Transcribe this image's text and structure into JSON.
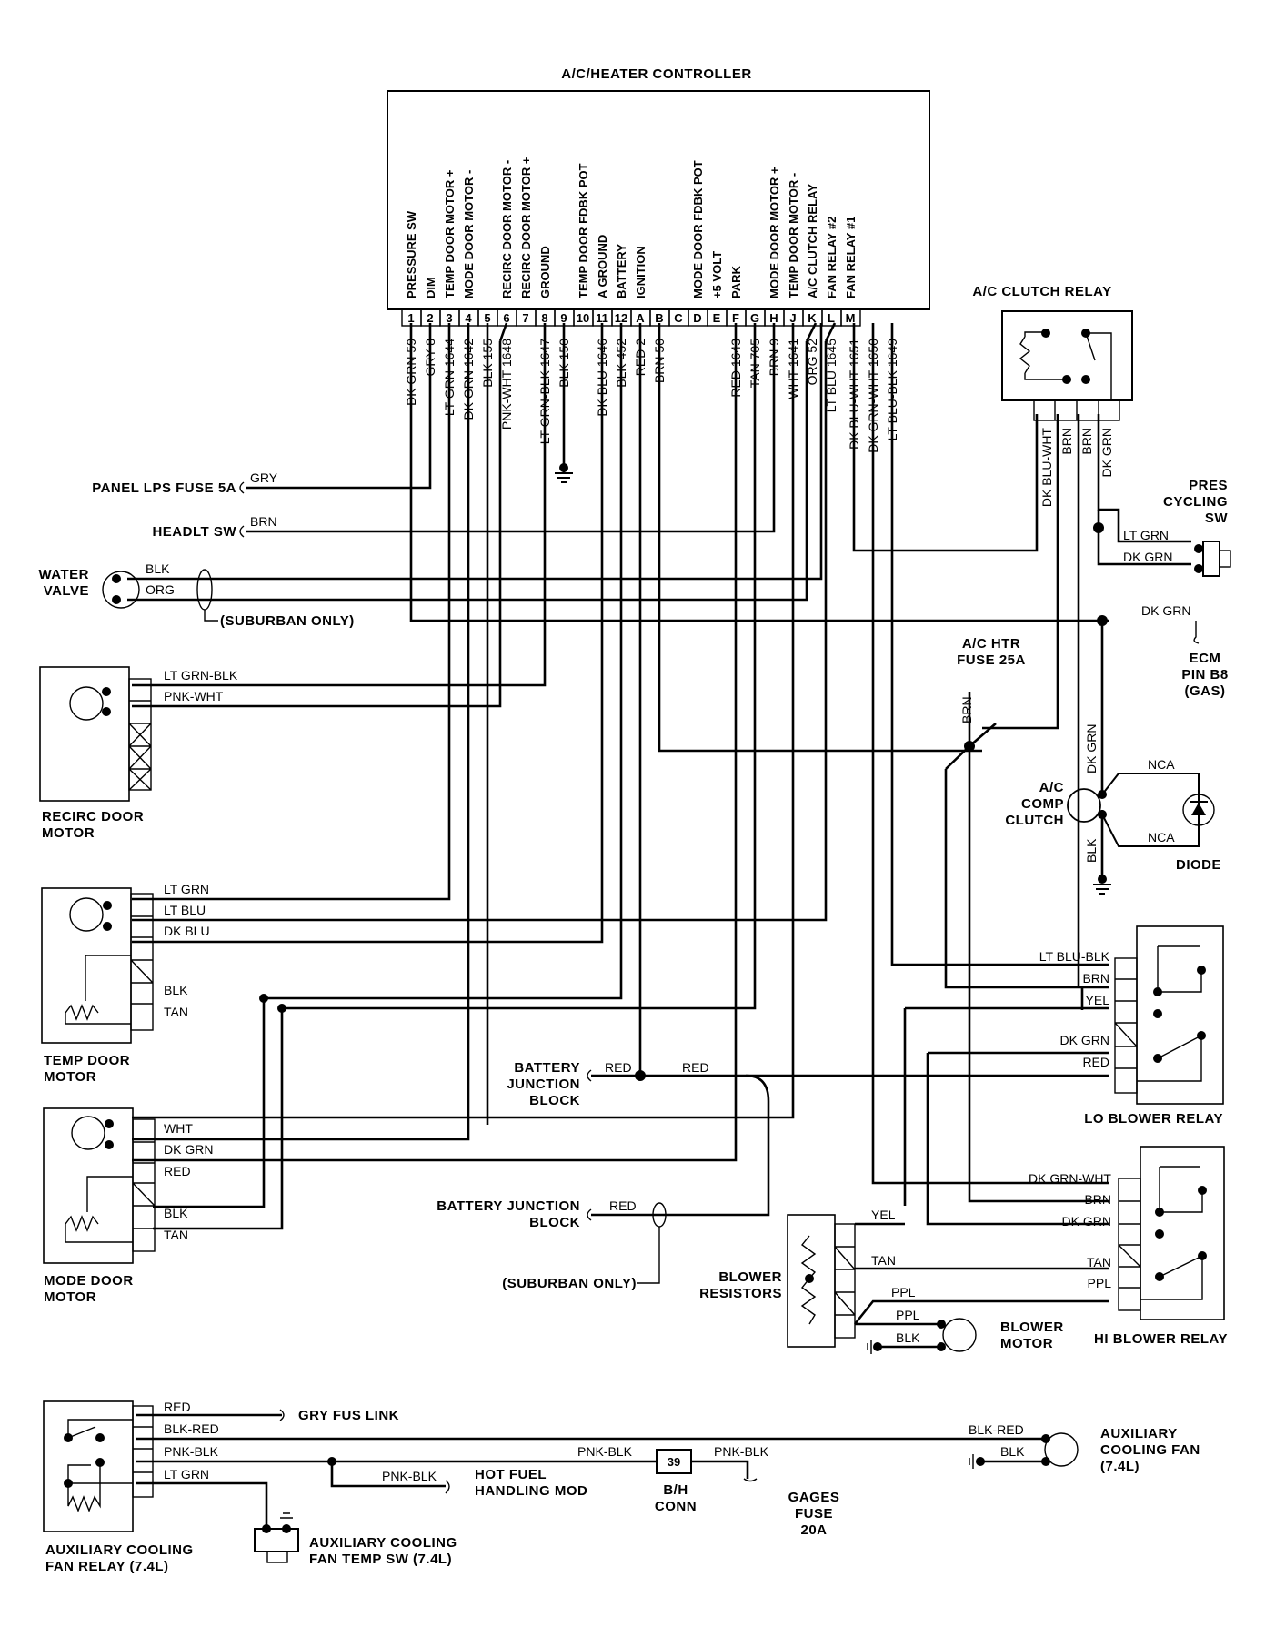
{
  "title": "A/C/HEATER CONTROLLER",
  "controller": {
    "functions": [
      "PRESSURE SW",
      "DIM",
      "TEMP DOOR MOTOR +",
      "MODE DOOR MOTOR -",
      "",
      "RECIRC DOOR MOTOR -",
      "RECIRC DOOR MOTOR +",
      "GROUND",
      "",
      "TEMP DOOR FDBK POT",
      "A GROUND",
      "BATTERY",
      "IGNITION",
      "",
      "",
      "MODE DOOR FDBK POT",
      "+5 VOLT",
      "PARK",
      "",
      "MODE DOOR MOTOR +",
      "TEMP DOOR MOTOR -",
      "A/C CLUTCH RELAY",
      "FAN RELAY #2",
      "FAN RELAY #1"
    ],
    "pins": [
      "1",
      "2",
      "3",
      "4",
      "5",
      "6",
      "7",
      "8",
      "9",
      "10",
      "11",
      "12",
      "A",
      "B",
      "C",
      "D",
      "E",
      "F",
      "G",
      "H",
      "J",
      "K",
      "L",
      "M"
    ],
    "wires": [
      "DK GRN 59",
      "GRY 8",
      "LT GRN 1644",
      "DK GRN 1642",
      "BLK 155",
      "PNK-WHT 1648",
      "LT GRN-BLK 1647",
      "BLK 150",
      "DK BLU 1646",
      "BLK 452",
      "RED 2",
      "BRN 50",
      "RED 1643",
      "TAN 705",
      "BRN 9",
      "WHT 1641",
      "ORG 52",
      "LT BLU 1645",
      "DK BLU-WHT 1651",
      "DK GRN-WHT 1650",
      "LT BLU-BLK 1649"
    ]
  },
  "components": {
    "ac_clutch_relay": "A/C CLUTCH RELAY",
    "ac_clutch_relay_wires": [
      "DK BLU-WHT",
      "BRN",
      "BRN",
      "DK GRN"
    ],
    "pres_cycling_sw": [
      "PRES",
      "CYCLING",
      "SW"
    ],
    "pres_cycling_wires": [
      "LT GRN",
      "DK GRN"
    ],
    "ecm_wire": "DK GRN",
    "ecm": [
      "ECM",
      "PIN B8",
      "(GAS)"
    ],
    "panel_lps": "PANEL LPS FUSE 5A",
    "panel_lps_wire": "GRY",
    "headlt": "HEADLT SW",
    "headlt_wire": "BRN",
    "water_valve": [
      "WATER",
      "VALVE"
    ],
    "water_valve_wires": [
      "BLK",
      "ORG"
    ],
    "suburban_only": "(SUBURBAN ONLY)",
    "ac_htr_fuse": [
      "A/C HTR",
      "FUSE 25A"
    ],
    "ac_htr_fuse_wire": "BRN",
    "ac_comp_clutch": [
      "A/C",
      "COMP",
      "CLUTCH"
    ],
    "comp_clutch_wires": [
      "DK GRN",
      "BLK"
    ],
    "nca": "NCA",
    "diode": "DIODE",
    "recirc_motor": [
      "RECIRC DOOR",
      "MOTOR"
    ],
    "recirc_wires": [
      "LT GRN-BLK",
      "PNK-WHT"
    ],
    "temp_motor": [
      "TEMP DOOR",
      "MOTOR"
    ],
    "temp_wires": [
      "LT GRN",
      "LT BLU",
      "DK BLU",
      "BLK",
      "TAN"
    ],
    "mode_motor": [
      "MODE DOOR",
      "MOTOR"
    ],
    "mode_wires": [
      "WHT",
      "DK GRN",
      "RED",
      "BLK",
      "TAN"
    ],
    "battery_jb1": [
      "BATTERY",
      "JUNCTION",
      "BLOCK"
    ],
    "battery_jb1_wires": [
      "RED",
      "RED"
    ],
    "battery_jb2": [
      "BATTERY JUNCTION",
      "BLOCK"
    ],
    "battery_jb2_wire": "RED",
    "lo_blower": "LO BLOWER RELAY",
    "lo_blower_wires": [
      "LT BLU-BLK",
      "BRN",
      "YEL",
      "DK GRN",
      "RED"
    ],
    "hi_blower": "HI BLOWER RELAY",
    "hi_blower_wires": [
      "DK GRN-WHT",
      "BRN",
      "DK GRN",
      "TAN",
      "PPL"
    ],
    "blower_resistors": [
      "BLOWER",
      "RESISTORS"
    ],
    "resistor_wires": [
      "YEL",
      "TAN",
      "PPL",
      "PPL",
      "BLK"
    ],
    "blower_motor": [
      "BLOWER",
      "MOTOR"
    ],
    "aux_relay": [
      "AUXILIARY COOLING",
      "FAN RELAY (7.4L)"
    ],
    "aux_relay_wires": [
      "RED",
      "BLK-RED",
      "PNK-BLK",
      "LT GRN"
    ],
    "gry_fus_link": "GRY FUS LINK",
    "hot_fuel": [
      "HOT FUEL",
      "HANDLING MOD"
    ],
    "hot_fuel_wire": "PNK-BLK",
    "bh_conn_num": "39",
    "bh_conn": [
      "B/H",
      "CONN"
    ],
    "bh_wires": [
      "PNK-BLK",
      "PNK-BLK"
    ],
    "gages_fuse": [
      "GAGES",
      "FUSE",
      "20A"
    ],
    "aux_fan": [
      "AUXILIARY",
      "COOLING FAN",
      "(7.4L)"
    ],
    "aux_fan_wires": [
      "BLK-RED",
      "BLK"
    ],
    "aux_temp_sw": [
      "AUXILIARY COOLING",
      "FAN TEMP SW (7.4L)"
    ]
  }
}
